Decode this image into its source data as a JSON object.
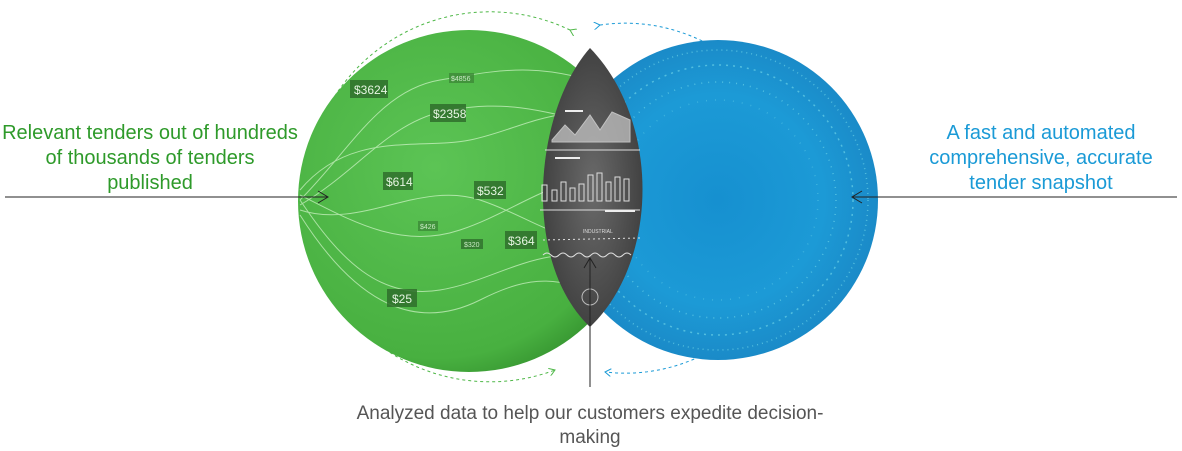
{
  "labels": {
    "left": "Relevant tenders out of hundreds of thousands of tenders published",
    "right": "A fast and automated comprehensive, accurate tender snapshot",
    "bottom": "Analyzed data to help our customers expedite decision-making"
  },
  "price_tags": [
    "$3624",
    "$2358",
    "$614",
    "$532",
    "$364",
    "$25",
    "$320",
    "$4856",
    "$426"
  ],
  "lens_captions": [
    "INDUSTRIAL"
  ],
  "colors": {
    "green": "#4fb848",
    "blue": "#1a9ad6",
    "lens": "#555555",
    "left_text": "#2e9a2a",
    "right_text": "#1a9ad6",
    "bottom_text": "#555555"
  }
}
